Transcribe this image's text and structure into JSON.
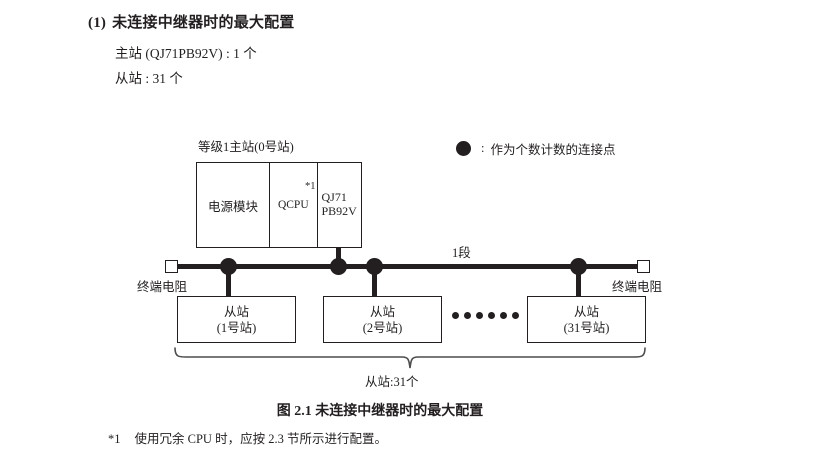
{
  "heading": {
    "number": "(1)",
    "text": "未连接中继器时的最大配置"
  },
  "spec": {
    "master_line": "主站 (QJ71PB92V) : 1 个",
    "slave_line": "从站 : 31 个"
  },
  "diagram": {
    "master_label": "等级1主站(0号站)",
    "modules": {
      "power_supply": "电源模块",
      "cpu": "QCPU",
      "cpu_note_mark": "*1",
      "network_line1": "QJ71",
      "network_line2": "PB92V"
    },
    "segment_label": "1段",
    "terminal_resistor_left": "终端电阻",
    "terminal_resistor_right": "终端电阻",
    "slaves": [
      {
        "name": "从站",
        "station": "(1号站)"
      },
      {
        "name": "从站",
        "station": "(2号站)"
      },
      {
        "name": "从站",
        "station": "(31号站)"
      }
    ],
    "brace_label": "从站:31个",
    "ellipsis_count": 6
  },
  "legend": {
    "symbol": "filled-circle",
    "colon": ":",
    "text": "作为个数计数的连接点"
  },
  "figure_caption": "图 2.1  未连接中继器时的最大配置",
  "footnote": {
    "mark": "*1",
    "text": "使用冗余 CPU 时，应按 2.3 节所示进行配置。"
  },
  "colors": {
    "ink": "#231f20",
    "paper": "#ffffff"
  }
}
